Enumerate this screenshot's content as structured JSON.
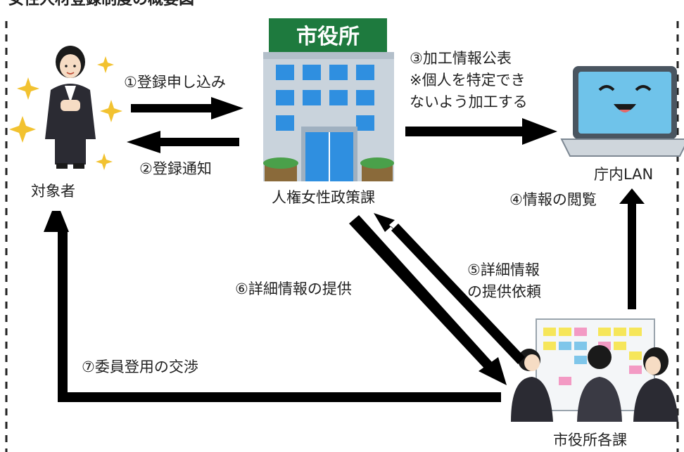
{
  "title": "女性人材登録制度の概要図",
  "nodes": {
    "person": {
      "label": "対象者"
    },
    "city_hall": {
      "sign": "市役所",
      "label": "人権女性政策課"
    },
    "laptop": {
      "label": "庁内LAN"
    },
    "departments": {
      "label": "市役所各課"
    }
  },
  "steps": {
    "s1": "①登録申し込み",
    "s2": "②登録通知",
    "s3_line1": "③加工情報公表",
    "s3_line2": "※個人を特定でき",
    "s3_line3": "ないよう加工する",
    "s4": "④情報の閲覧",
    "s5_line1": "⑤詳細情報",
    "s5_line2": "の提供依頼",
    "s6": "⑥詳細情報の提供",
    "s7": "⑦委員登用の交渉"
  },
  "colors": {
    "arrow": "#000000",
    "sign_green": "#1e7a3e",
    "building": "#c9d3dc",
    "window": "#2f8fe0",
    "laptop_screen": "#6fc3ea",
    "suit": "#2b2b33",
    "sparkle": "#f2c230",
    "sticky_yellow": "#f6e65a",
    "sticky_pink": "#f39ac4",
    "sticky_blue": "#7fc6ea"
  },
  "icons": [
    "sparkle-icon",
    "businesswoman-icon",
    "city-hall-building-icon",
    "laptop-smile-icon",
    "team-meeting-icon"
  ]
}
